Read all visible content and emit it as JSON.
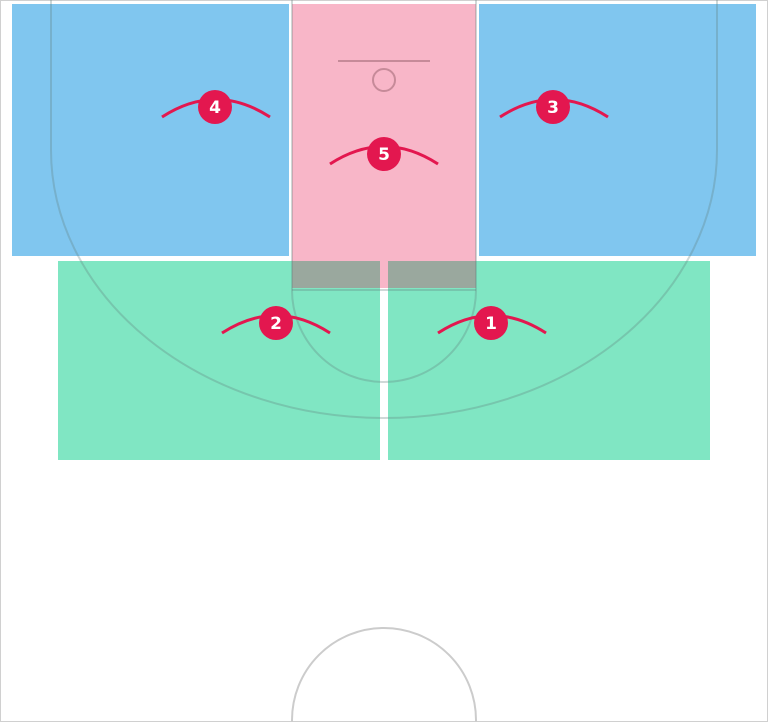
{
  "colors": {
    "background": "#ffffff",
    "court_border": "#d0d0d0",
    "court_lines": "#5f7f7a",
    "perimeter_zone": "#80c6ef",
    "paint_zone": "#f8b6c8",
    "wing_zone": "#80e6c3",
    "overlap_zone": "#9aa89e",
    "marker_fill": "#e3174f",
    "marker_text": "#ffffff"
  },
  "zones": [
    {
      "id": "zone-1",
      "label": "1",
      "type": "wing"
    },
    {
      "id": "zone-2",
      "label": "2",
      "type": "wing"
    },
    {
      "id": "zone-3",
      "label": "3",
      "type": "perimeter"
    },
    {
      "id": "zone-4",
      "label": "4",
      "type": "perimeter"
    },
    {
      "id": "zone-5",
      "label": "5",
      "type": "paint"
    }
  ],
  "markers": {
    "m1": "1",
    "m2": "2",
    "m3": "3",
    "m4": "4",
    "m5": "5"
  }
}
